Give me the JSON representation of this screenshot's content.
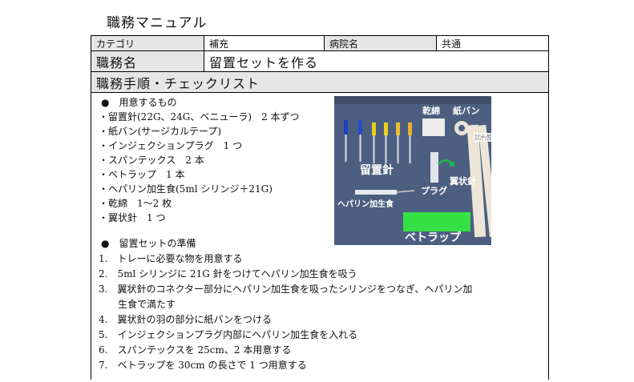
{
  "document": {
    "title": "職務マニュアル"
  },
  "header": {
    "category_label": "カテゴリ",
    "category_value": "補充",
    "ward_label": "病院名",
    "ward_value": "共通"
  },
  "task": {
    "label": "職務名",
    "value": "留置セットを作る"
  },
  "procedure": {
    "label": "職務手順・チェックリスト"
  },
  "supplies": {
    "heading": "●　用意するもの",
    "items": [
      "・留置針(22G、24G、ベニューラ)　2 本ずつ",
      "・紙バン(サージカルテープ)",
      "・インジェクションプラグ　1 つ",
      "・スパンテックス　2 本",
      "・ベトラップ　1 本",
      "・ヘパリン加生食(5ml シリンジ＋21G)",
      "・乾綿　1〜2 枚",
      "・翼状針　1 つ"
    ]
  },
  "photo_labels": {
    "cotton": "乾綿",
    "tape": "紙バン",
    "spantex": "スパンテックス",
    "catheter": "留置針",
    "winged": "翼状針",
    "plug": "プラグ",
    "heparin": "ヘパリン加生食",
    "vetrap": "ベトラップ"
  },
  "preparation": {
    "heading": "●　留置セットの準備",
    "steps": [
      "1.　トレーに必要な物を用意する",
      "2.　5ml シリンジに 21G 針をつけてヘパリン加生食を吸う",
      "3.　翼状針のコネクター部分にヘパリン加生食を吸ったシリンジをつなぎ、ヘパリン加",
      "　　生食で満たす",
      "4.　翼状針の羽の部分に紙バンをつける",
      "5.　インジェクションプラグ内部にヘパリン加生食を入れる",
      "6.　スパンテックスを 25cm、2 本用意する",
      "7.　ベトラップを 30cm の長さで 1 つ用意する"
    ]
  },
  "colors": {
    "header_bg": "#e6e6e6",
    "photo_bg": "#4d5f80",
    "vetrap": "#35e044"
  }
}
